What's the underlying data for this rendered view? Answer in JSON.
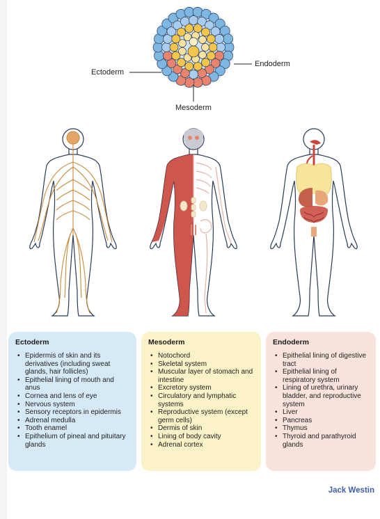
{
  "gastrula": {
    "labels": {
      "ectoderm": "Ectoderm",
      "endoderm": "Endoderm",
      "mesoderm": "Mesoderm"
    }
  },
  "colors": {
    "ectoderm": "#7fb7e3",
    "mesoderm": "#e8836e",
    "endoderm": "#f3c64b",
    "nerve": "#c98a3a",
    "muscle": "#c9453a",
    "organ_yellow": "#f6e59a",
    "organ_brown": "#c3604a"
  },
  "cards": {
    "ectoderm": {
      "title": "Ectoderm",
      "items": [
        "Epidermis of skin and its derivatives (including sweat glands, hair follicles)",
        "Epithelial lining of mouth and anus",
        "Cornea and lens of eye",
        "Nervous system",
        "Sensory receptors in epidermis",
        "Adrenal medulla",
        "Tooth enamel",
        "Epithelium of pineal and pituitary glands"
      ]
    },
    "mesoderm": {
      "title": "Mesoderm",
      "items": [
        "Notochord",
        "Skeletal system",
        "Muscular layer of stomach and intestine",
        "Excretory system",
        "Circulatory and lymphatic systems",
        "Reproductive system (except germ cells)",
        "Dermis of skin",
        "Lining of body cavity",
        "Adrenal cortex"
      ]
    },
    "endoderm": {
      "title": "Endoderm",
      "items": [
        "Epithelial lining of digestive tract",
        "Epithelial lining of respiratory system",
        "Lining of urethra, urinary bladder, and reproductive system",
        "Liver",
        "Pancreas",
        "Thymus",
        "Thyroid and parathyroid glands"
      ]
    }
  },
  "brand": "Jack Westin"
}
